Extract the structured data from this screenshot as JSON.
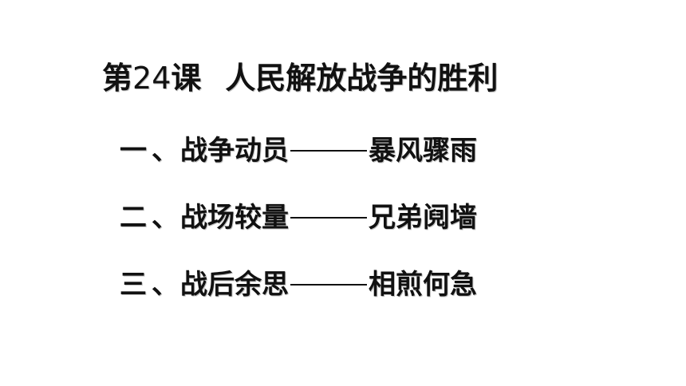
{
  "slide": {
    "title": {
      "prefix": "第",
      "number": "24",
      "unit": "课",
      "text": "人民解放战争的胜利"
    },
    "points": [
      {
        "index": "一",
        "separator": "、",
        "left": "战争动员",
        "right": "暴风骤雨"
      },
      {
        "index": "二",
        "separator": "、",
        "left": "战场较量",
        "right": "兄弟阋墙"
      },
      {
        "index": "三",
        "separator": "、",
        "left": "战后余思",
        "right": "相煎何急"
      }
    ]
  }
}
